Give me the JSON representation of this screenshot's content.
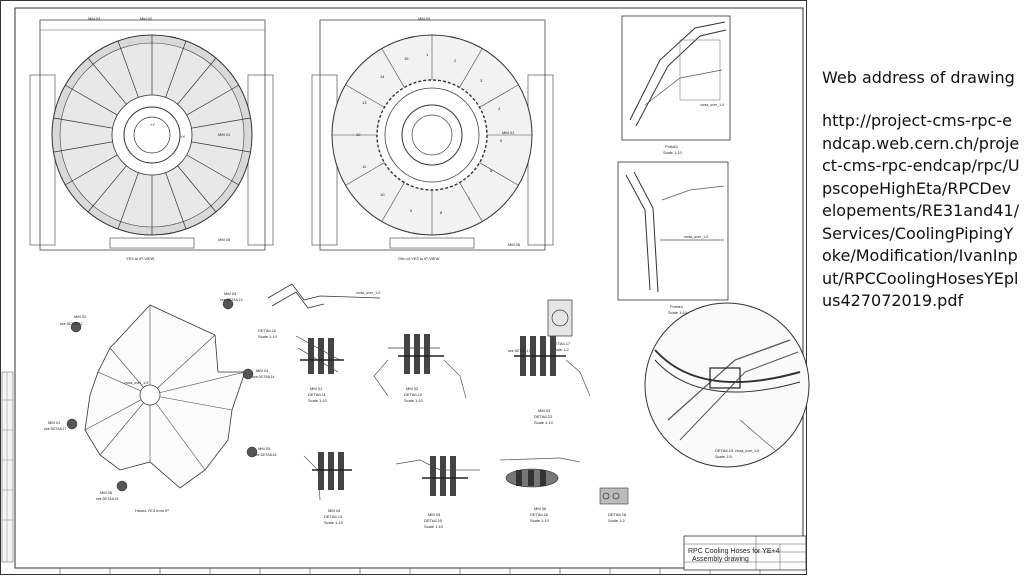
{
  "side_panel": {
    "heading": "Web address of drawing",
    "url": "http://project-cms-rpc-endcap.web.cern.ch/project-cms-rpc-endcap/rpc/UpscopeHighEta/RPCDevelopements/RE31and41/Services/CoolingPipingYoke/Modification/IvanInput/RPCCoolingHosesYEplus427072019.pdf"
  },
  "drawing": {
    "views": {
      "view1_caption": "YE3 to IP-VIEW",
      "view2_caption": "Gen of YE3 to IP-VIEW",
      "hoses_caption": "Hoses YE3 from IP"
    },
    "markers": {
      "mm01": "MM 01",
      "mm02": "MM 02",
      "mm03": "MM 03",
      "mm04": "MM 04",
      "mm05": "MM 05",
      "mm06": "MM 06",
      "see_detail_12": "see DETAIL12",
      "see_detail_13": "see DETAIL13",
      "see_detail_14": "see DETAIL14",
      "see_detail_15": "see DETAIL15",
      "see_detail_16": "see DETAIL16",
      "see_detail_17": "see DETAIL17",
      "cross_over": "cross_over_1-9"
    },
    "details": {
      "d10_name": "DETAIL10",
      "d10_scale": "Scale 1:10",
      "d11_name": "DETAIL11",
      "d11_scale": "Scale 1:10",
      "d12_name": "DETAIL12",
      "d12_scale": "Scale 1:10",
      "d13_name": "DETAIL13",
      "d13_scale": "Scale 1:10",
      "d14_name": "DETAIL14",
      "d14_scale": "Scale 1:10",
      "d15_name": "DETAIL15",
      "d15_scale": "Scale 1:10",
      "d16_name": "DETAIL16",
      "d16_scale": "Scale 1:10",
      "d17_name": "DETAIL17",
      "d17_scale": "Scale 1:2",
      "d18_name": "DETAIL18",
      "d18_scale": "Scale 1:2",
      "d19_name": "DETAIL19",
      "d19_scale": "Scale 1:5",
      "portal3_name": "Portal3",
      "portal3_scale": "Scale 1:10",
      "portal4_name": "Portal4",
      "portal4_scale": "Scale 1:10"
    },
    "title_block": {
      "title_line1": "RPC Cooling Hoses for YE+4",
      "title_line2": "Assembly drawing"
    }
  }
}
